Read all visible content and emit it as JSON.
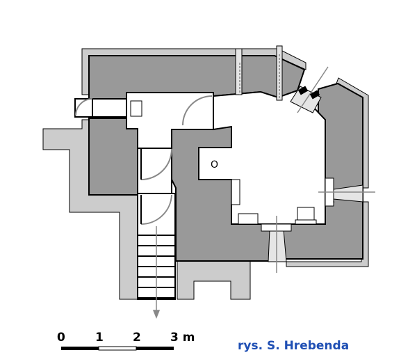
{
  "scale_bar": {
    "labels": [
      "0",
      "1",
      "2",
      "3 m"
    ]
  },
  "room_symbol": "O",
  "credit": {
    "text": "rys. S. Hrebenda",
    "color": "#1f4fb4"
  },
  "colors": {
    "wall": "#999999",
    "outer_ground": "#cccccc",
    "floor": "#ffffff",
    "outline": "#000000"
  }
}
